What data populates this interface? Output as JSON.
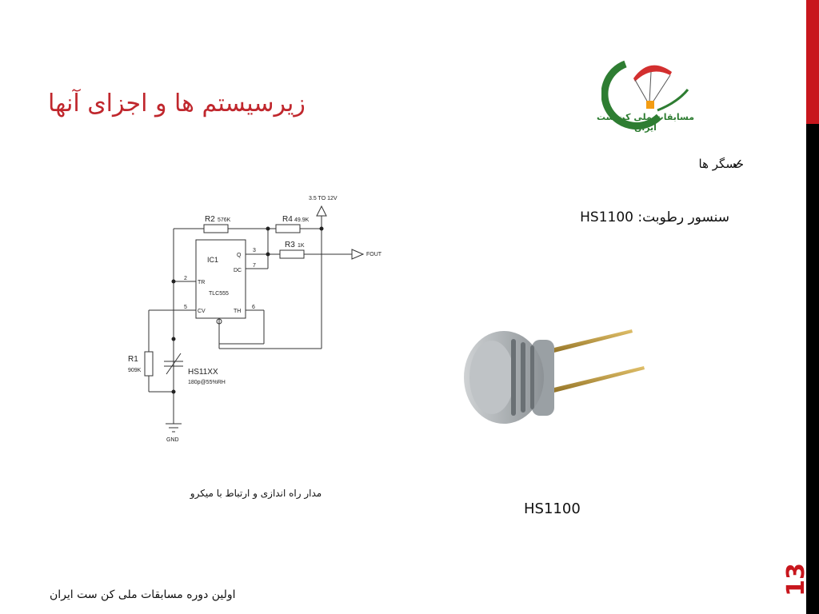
{
  "slide": {
    "title": "زیرسیستم ها و اجزای آنها",
    "slide_number": "13",
    "footer": "اولین دوره مسابقات ملی کن ست ایران"
  },
  "logo": {
    "text": "مسابقات ملی کن ست ایران",
    "colors": {
      "green": "#2e7d32",
      "red": "#d32f2f",
      "orange": "#f39c12"
    }
  },
  "content": {
    "bullet": "حسگر ها",
    "sensor_label": "سنسور رطوبت:  HS1100",
    "schematic_caption": "مدار راه اندازی و ارتباط با میکرو",
    "photo_caption": "HS1100"
  },
  "schematic": {
    "supply": "3.5 TO 12V",
    "r2": "R2",
    "r2_val": "576K",
    "r4": "R4",
    "r4_val": "49.9K",
    "r3": "R3",
    "r3_val": "1K",
    "ic": "IC1",
    "ic_part": "TLC555",
    "pin_q": "Q",
    "pin_dc": "DC",
    "pin_tr": "TR",
    "pin_cv": "CV",
    "pin_th": "TH",
    "pin3": "3",
    "pin7": "7",
    "pin2": "2",
    "pin5": "5",
    "pin6": "6",
    "output": "FOUT",
    "r1": "R1",
    "r1_val": "909K",
    "sensor": "HS11XX",
    "sensor_spec": "180p@55%RH",
    "gnd": "GND"
  },
  "theme": {
    "title_color": "#c0272d",
    "accent_red": "#c8161d",
    "bar_black": "#000000"
  }
}
